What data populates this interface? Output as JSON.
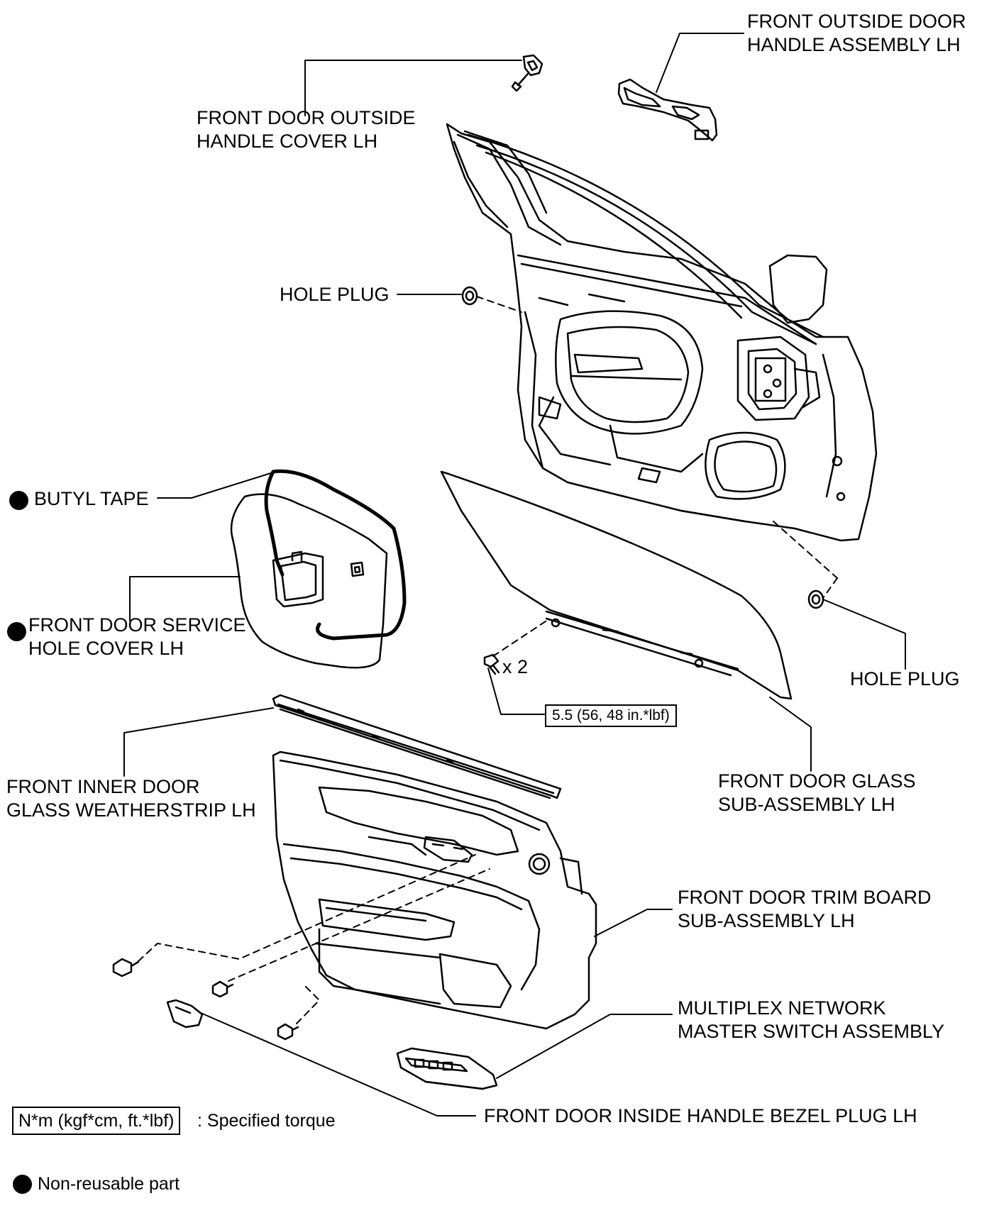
{
  "labels": {
    "outside_handle_assembly": [
      "FRONT OUTSIDE DOOR",
      "HANDLE ASSEMBLY LH"
    ],
    "outside_handle_cover": [
      "FRONT DOOR OUTSIDE",
      "HANDLE COVER LH"
    ],
    "hole_plug_upper": "HOLE PLUG",
    "butyl_tape": "BUTYL TAPE",
    "service_hole_cover": [
      "FRONT DOOR SERVICE",
      "HOLE COVER LH"
    ],
    "hole_plug_lower": "HOLE PLUG",
    "quantity": "x 2",
    "torque_value": "5.5 (56, 48 in.*lbf)",
    "door_glass": [
      "FRONT DOOR GLASS",
      "SUB-ASSEMBLY LH"
    ],
    "inner_weatherstrip": [
      "FRONT INNER DOOR",
      "GLASS WEATHERSTRIP LH"
    ],
    "trim_board": [
      "FRONT DOOR TRIM BOARD",
      "SUB-ASSEMBLY LH"
    ],
    "master_switch": [
      "MULTIPLEX NETWORK",
      "MASTER SWITCH ASSEMBLY"
    ],
    "bezel_plug": "FRONT DOOR INSIDE HANDLE BEZEL PLUG LH"
  },
  "legend": {
    "torque_box": "N*m (kgf*cm, ft.*lbf)",
    "torque_text": ": Specified torque",
    "nonreusable_text": "Non-reusable part"
  }
}
